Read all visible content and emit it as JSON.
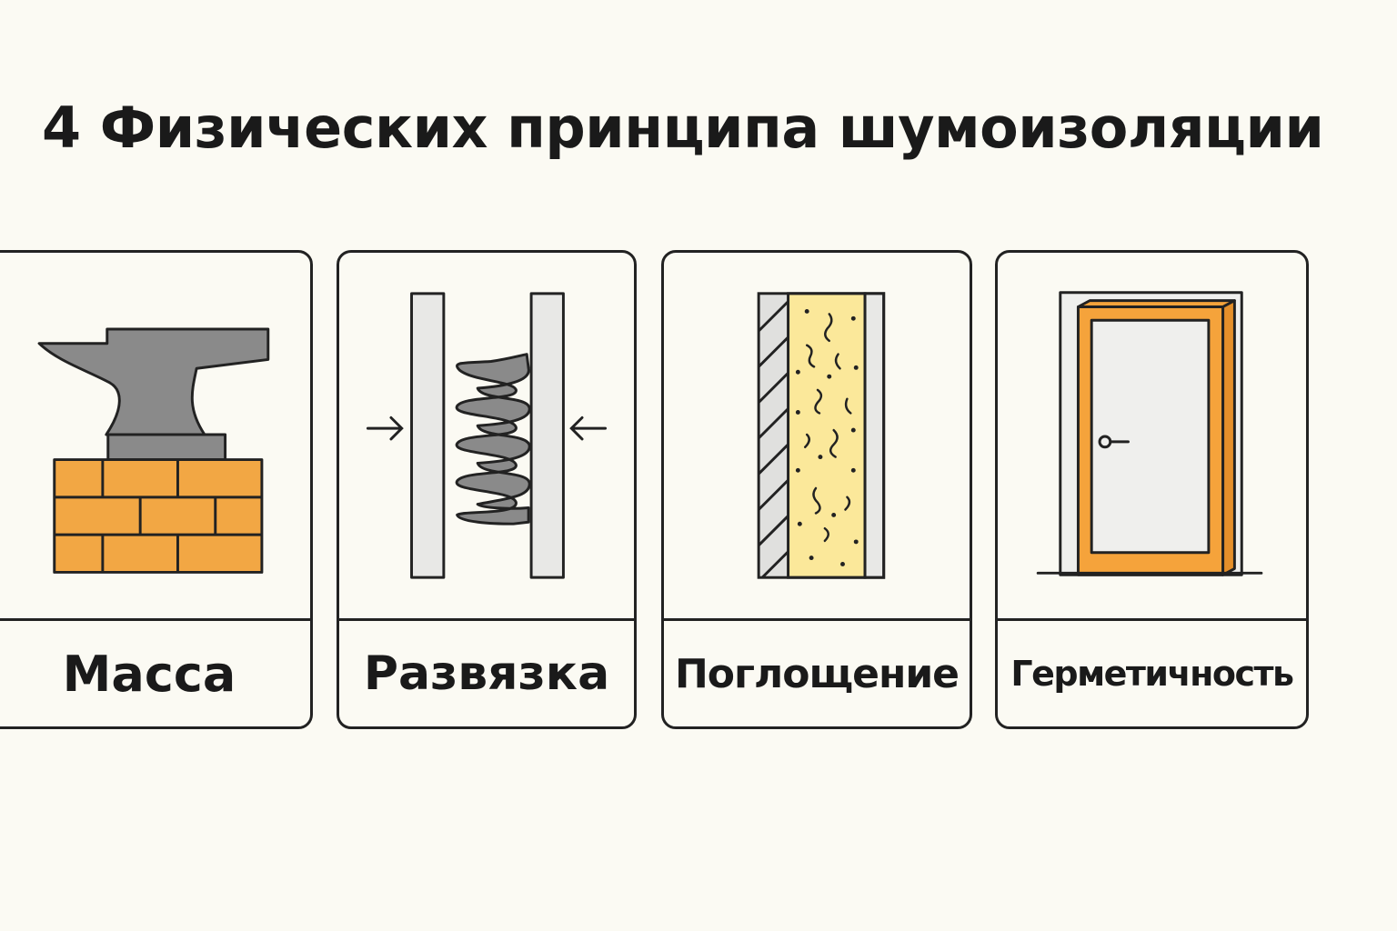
{
  "title": "4 Физических принципа шумоизоляции",
  "colors": {
    "background": "#fbfaf3",
    "outline": "#222222",
    "brick": "#f2a744",
    "metal": "#8a8a8a",
    "wool": "#fbe89a",
    "panel": "#e8e8e6",
    "door_frame": "#f5a33b"
  },
  "cards": [
    {
      "label": "Масса",
      "icon": "anvil-on-bricks-icon"
    },
    {
      "label": "Развязка",
      "icon": "decoupling-spring-icon"
    },
    {
      "label": "Поглощение",
      "icon": "insulation-layer-icon"
    },
    {
      "label": "Герметичность",
      "icon": "sealed-door-icon"
    }
  ]
}
